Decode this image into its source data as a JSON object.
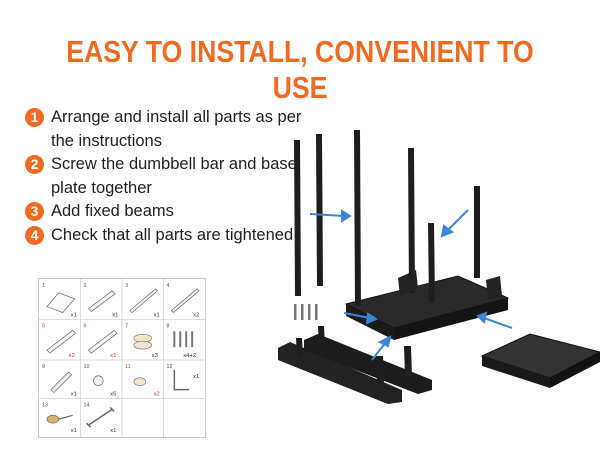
{
  "headline": "EASY TO INSTALL, CONVENIENT TO USE",
  "steps": [
    {
      "number": "1",
      "text": "Arrange and install all parts as per the instructions"
    },
    {
      "number": "2",
      "text": "Screw the dumbbell bar and base plate together"
    },
    {
      "number": "3",
      "text": "Add fixed beams"
    },
    {
      "number": "4",
      "text": "Check that all parts are tightened"
    }
  ],
  "parts": [
    {
      "index": "1",
      "qty": "x1",
      "red": false
    },
    {
      "index": "2",
      "qty": "x1",
      "red": false
    },
    {
      "index": "3",
      "qty": "x1",
      "red": false
    },
    {
      "index": "4",
      "qty": "x2",
      "red": false
    },
    {
      "index": "5",
      "qty": "x2",
      "red": true
    },
    {
      "index": "6",
      "qty": "x1",
      "red": true
    },
    {
      "index": "7",
      "qty": "x3",
      "red": false
    },
    {
      "index": "8",
      "qty": "x4+2",
      "red": false
    },
    {
      "index": "9",
      "qty": "x1",
      "red": false
    },
    {
      "index": "10",
      "qty": "x5",
      "red": false
    },
    {
      "index": "11",
      "qty": "x2",
      "red": true
    },
    {
      "index": "12",
      "qty": "x1",
      "red": false
    },
    {
      "index": "13",
      "qty": "x1",
      "red": false
    },
    {
      "index": "14",
      "qty": "x1",
      "red": false
    }
  ],
  "colors": {
    "accent": "#f26a21",
    "arrow": "#3b87d6",
    "metal": "#1e1e1e",
    "part_red": "#e0312b"
  }
}
